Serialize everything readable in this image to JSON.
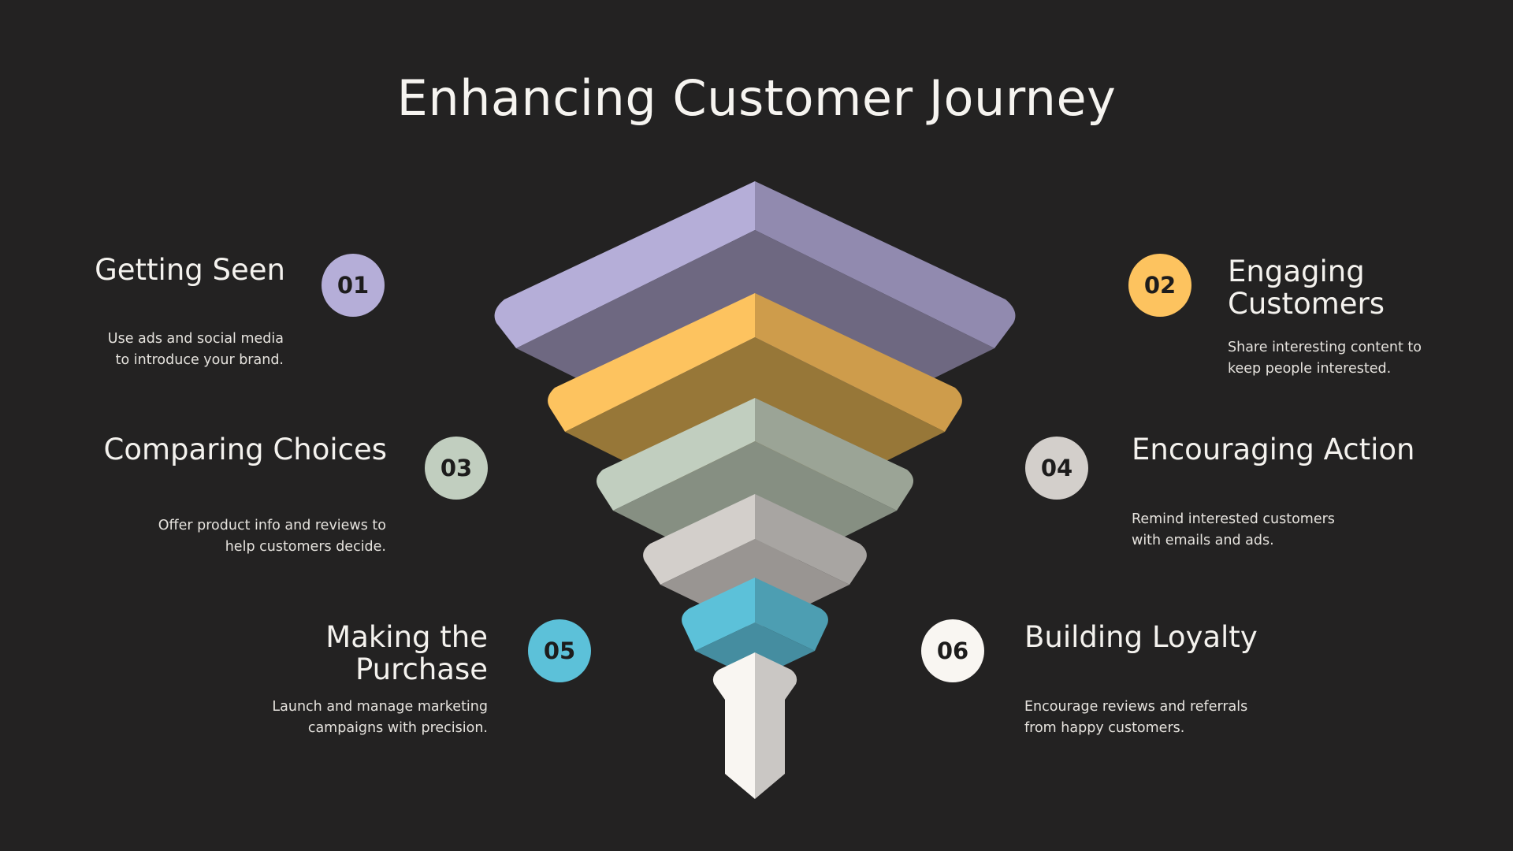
{
  "title": "Enhancing Customer Journey",
  "steps": [
    {
      "number": "01",
      "title": "Getting Seen",
      "description": "Use ads and social media to introduce your brand.",
      "color": "#b5aed8"
    },
    {
      "number": "02",
      "title": "Engaging Customers",
      "description": "Share interesting content to keep people interested.",
      "color": "#fdc35f"
    },
    {
      "number": "03",
      "title": "Comparing Choices",
      "description": "Offer product info and reviews to help customers decide.",
      "color": "#c1cebf"
    },
    {
      "number": "04",
      "title": "Encouraging Action",
      "description": "Remind interested customers with emails and ads.",
      "color": "#d3cfcb"
    },
    {
      "number": "05",
      "title": "Making the Purchase",
      "description": "Launch and manage marketing campaigns with precision.",
      "color": "#5cc1d9"
    },
    {
      "number": "06",
      "title": "Building Loyalty",
      "description": "Encourage reviews and referrals from happy customers.",
      "color": "#f9f6f2"
    }
  ],
  "funnel_colors": [
    {
      "light": "#b5aed8",
      "right": "#918aaf",
      "dark": "#6e6881"
    },
    {
      "light": "#fdc35f",
      "right": "#ce9c4b",
      "dark": "#977738"
    },
    {
      "light": "#c1cebf",
      "right": "#9ba496",
      "dark": "#868f82"
    },
    {
      "light": "#d3cfcb",
      "right": "#a8a5a2",
      "dark": "#999592"
    },
    {
      "light": "#5cc1d9",
      "right": "#4d9eb2",
      "dark": "#458da0"
    },
    {
      "light": "#f9f6f2",
      "right": "#cac7c4",
      "dark": "#cac7c4"
    }
  ]
}
